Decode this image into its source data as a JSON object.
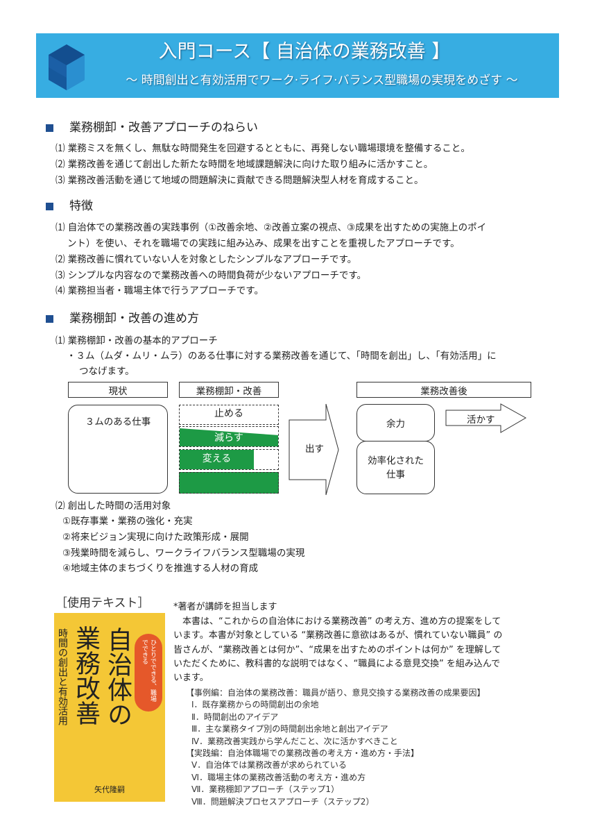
{
  "header": {
    "title": "入門コース【 自治体の業務改善 】",
    "subtitle": "～ 時間創出と有効活用でワーク·ライフ·バランス型職場の実現をめざす ～",
    "color": "#37ade2"
  },
  "sections": [
    {
      "heading": "業務棚卸・改善アプローチのねらい",
      "items": [
        "⑴ 業務ミスを無くし、無駄な時間発生を回避するとともに、再発しない職場環境を整備すること。",
        "⑵ 業務改善を通じて創出した新たな時間を地域課題解決に向けた取り組みに活かすこと。",
        "⑶ 業務改善活動を通じて地域の問題解決に貢献できる問題解決型人材を育成すること。"
      ]
    },
    {
      "heading": "特徴",
      "items": [
        "⑴ 自治体での業務改善の実践事例（①改善余地、②改善立案の視点、③成果を出すための実施上のポイ",
        "ント）を使い、それを職場での実践に組み込み、成果を出すことを重視したアプローチです。",
        "⑵ 業務改善に慣れていない人を対象としたシンプルなアプローチです。",
        "⑶ シンプルな内容なので業務改善への時間負荷が少ないアプローチです。",
        "⑷ 業務担当者・職場主体で行うアプローチです。"
      ]
    },
    {
      "heading": "業務棚卸・改善の進め方",
      "items": [
        "⑴ 業務棚卸・改善の基本的アプローチ",
        "・３ム（ムダ・ムリ・ムラ）のある仕事に対する業務改善を通じて、「時間を創出」し、「有効活用」に",
        "つなげます。"
      ]
    }
  ],
  "diagram": {
    "current": "現状",
    "inventory": "業務棚卸・改善",
    "after": "業務改善後",
    "work": "３ムのある仕事",
    "stop": "止める",
    "reduce": "減らす",
    "change": "変える",
    "out": "出す",
    "capacity": "余力",
    "efficient": "効率化された仕事",
    "use": "活かす"
  },
  "uses": {
    "title": "⑵ 創出した時間の活用対象",
    "items": [
      "①既存事業・業務の強化・充実",
      "②将来ビジョン実現に向けた政策形成・展開",
      "③残業時間を減らし、ワークライフバランス型職場の実現",
      "④地域主体のまちづくりを推進する人材の育成"
    ]
  },
  "book": {
    "label": "［使用テキスト］",
    "title": "自治体の業務改善",
    "subtitle": "時間の創出と有効活用",
    "bubble": "ひとりでできる、職場でできる",
    "author": "矢代隆嗣",
    "note": "*著者が講師を担当します",
    "description": [
      "　本書は、“これからの自治体における業務改善” の考え方、進め方の提案をして",
      "います。本書が対象としている “業務改善に意欲はあるが、慣れていない職員” の",
      "皆さんが、“業務改善とは何か”、“成果を出すためのポイントは何か” を理解して",
      "いただくために、教科書的な説明ではなく、“職員による意見交換” を組み込んで",
      "います。"
    ],
    "contents": [
      "【事例編：自治体の業務改善：職員が語り、意見交換する業務改善の成果要因】",
      "Ⅰ．既存業務からの時間創出の余地",
      "Ⅱ．時間創出のアイデア",
      "Ⅲ．主な業務タイプ別の時間創出余地と創出アイデア",
      "Ⅳ．業務改善実践から学んだこと、次に活かすべきこと",
      "【実践編：自治体職場での業務改善の考え方・進め方・手法】",
      "Ⅴ．自治体では業務改善が求められている",
      "Ⅵ．職場主体の業務改善活動の考え方・進め方",
      "Ⅶ．業務棚卸アプローチ（ステップ1）",
      "Ⅷ．問題解決プロセスアプローチ（ステップ2）"
    ]
  }
}
